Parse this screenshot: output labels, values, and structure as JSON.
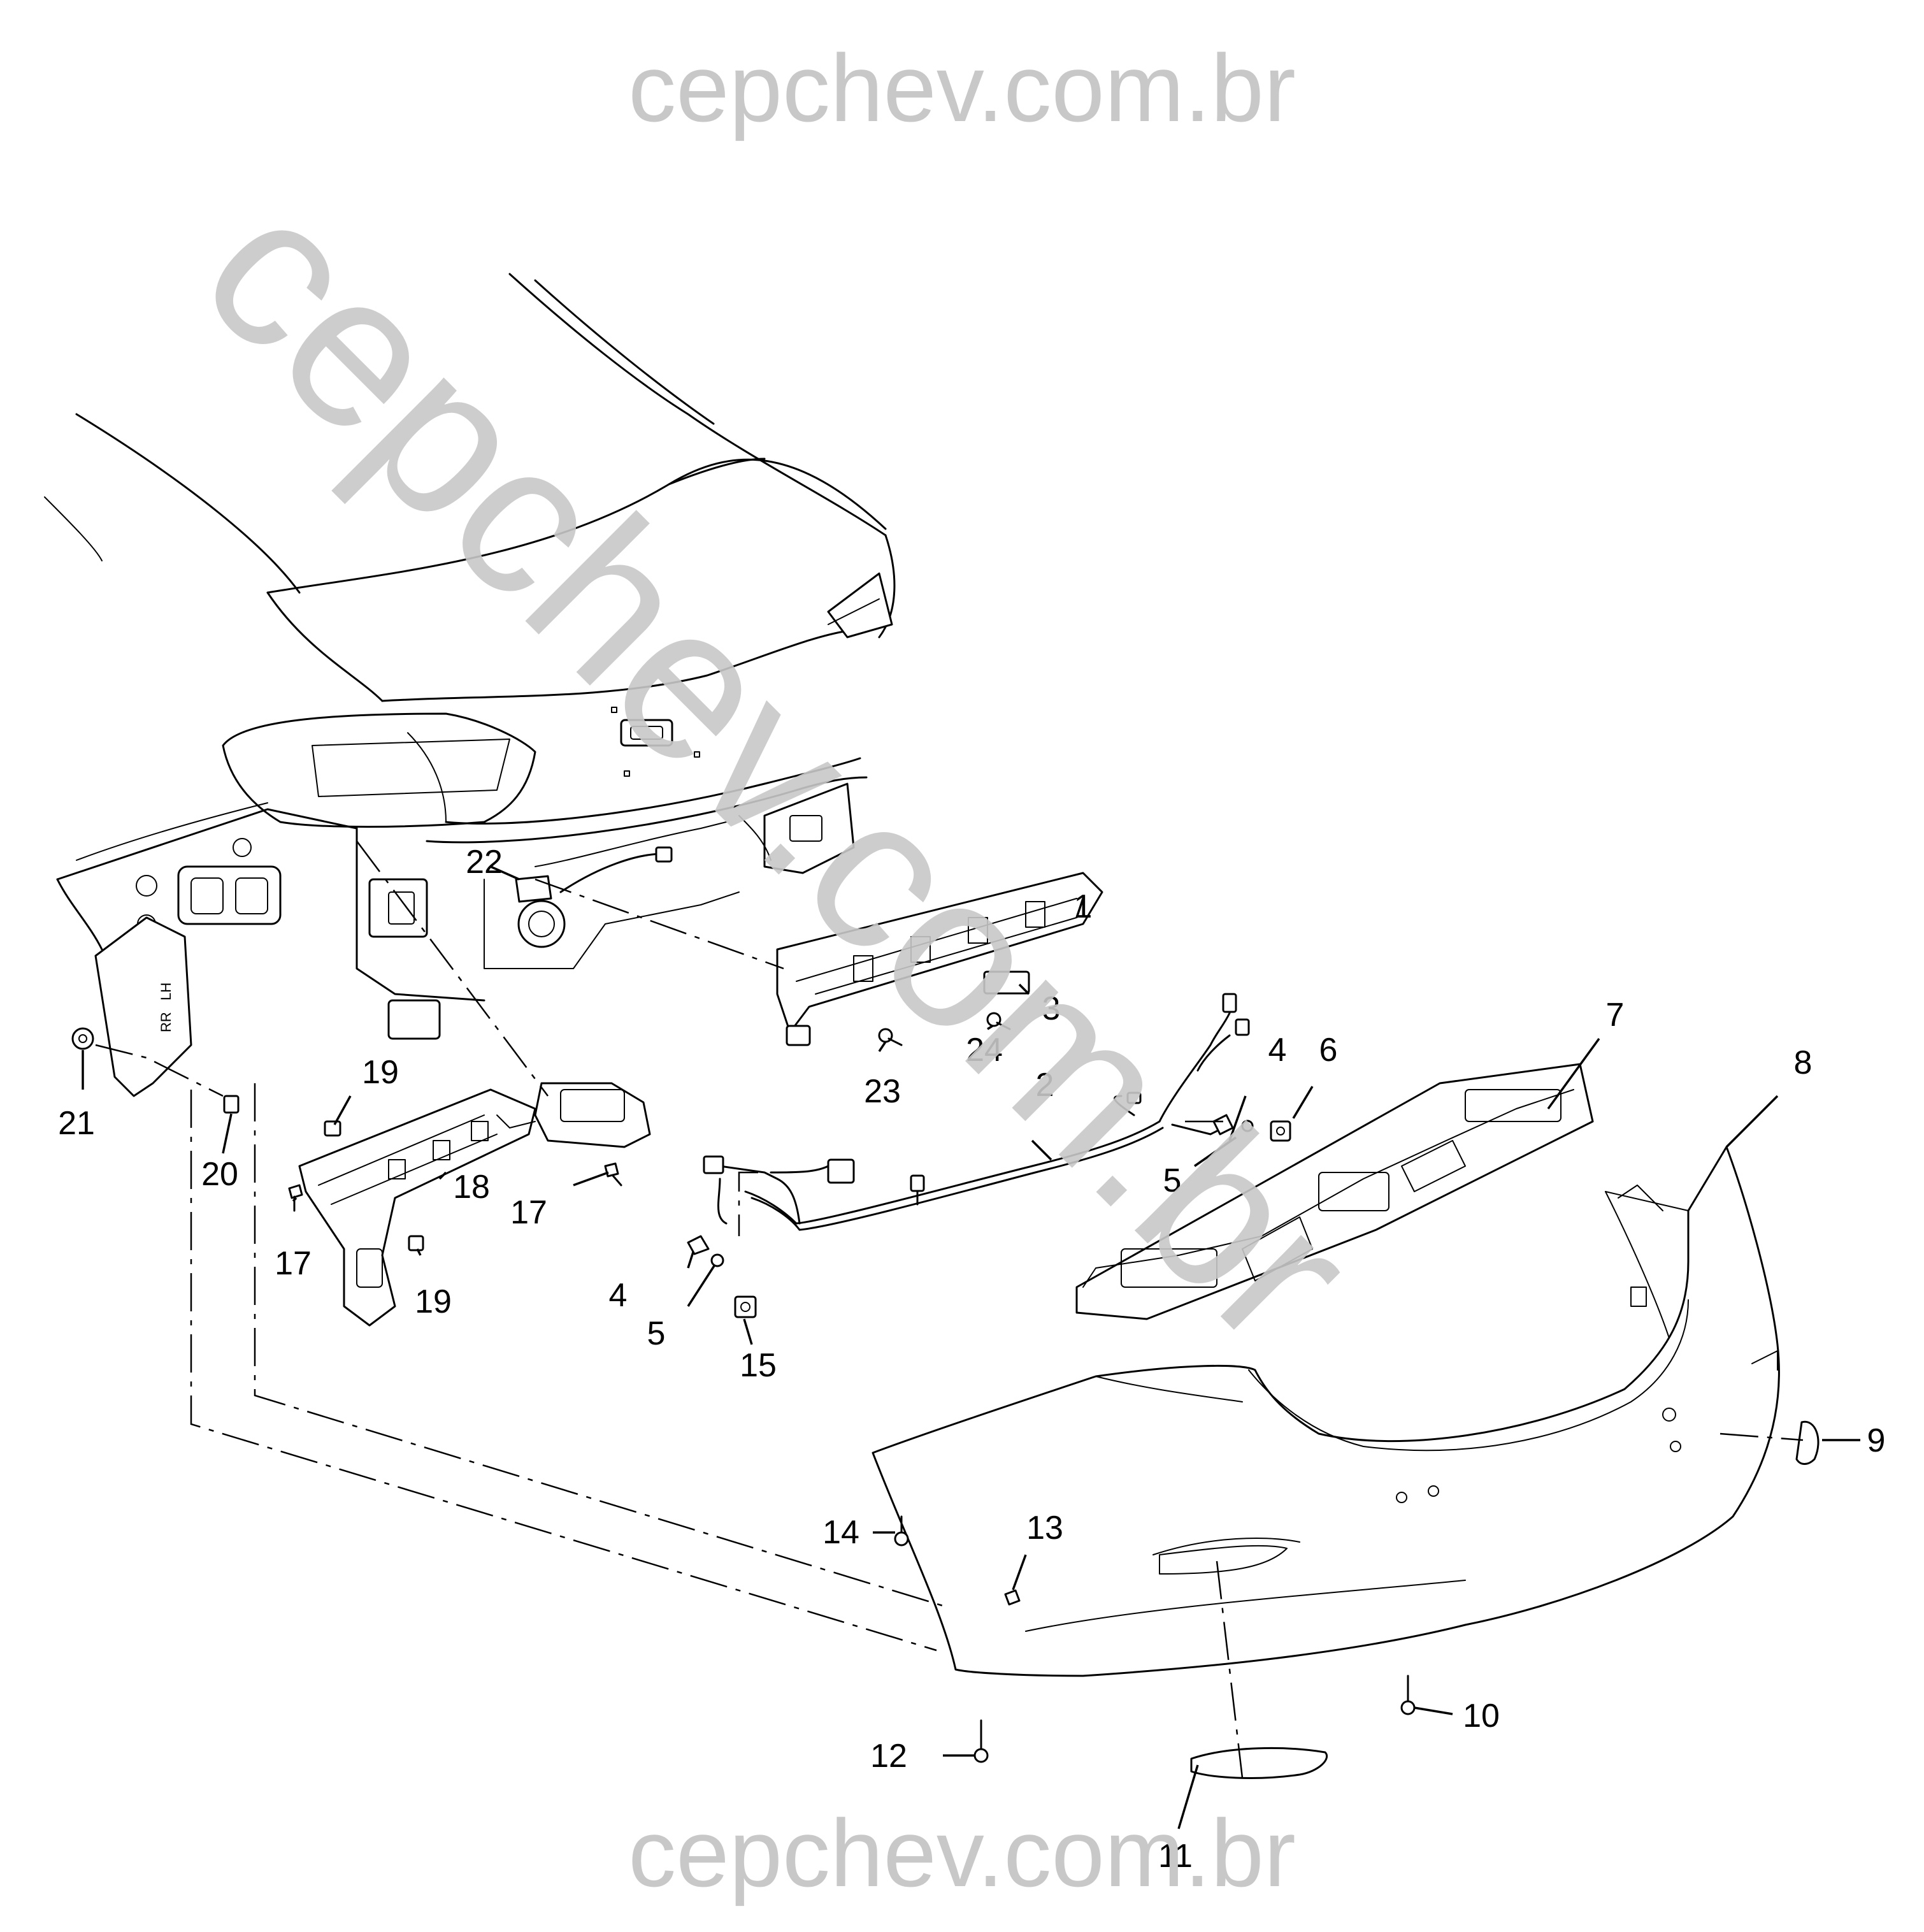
{
  "watermarks": {
    "top": "cepchev.com.br",
    "bottom": "cepchev.com.br",
    "diagonal": "cepchev.com.br"
  },
  "callouts": [
    "1",
    "2",
    "3",
    "4",
    "4",
    "5",
    "5",
    "6",
    "7",
    "8",
    "9",
    "10",
    "11",
    "12",
    "13",
    "14",
    "15",
    "17",
    "17",
    "18",
    "19",
    "19",
    "20",
    "21",
    "22",
    "23",
    "24"
  ],
  "vehicle_labels": [
    "LH",
    "RR"
  ]
}
